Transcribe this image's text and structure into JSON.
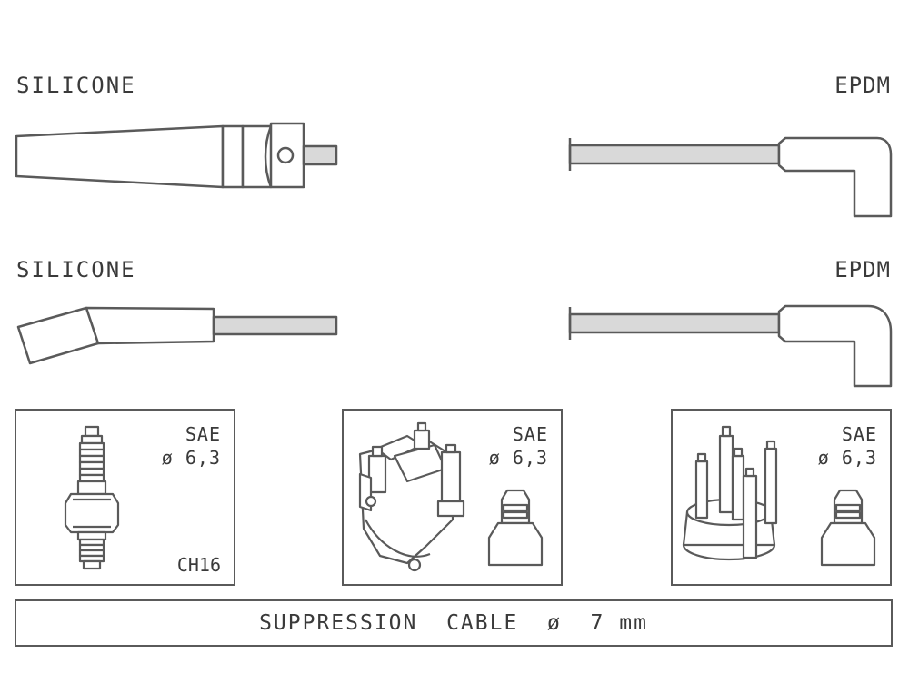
{
  "labels": {
    "row1_left": "SILICONE",
    "row1_right": "EPDM",
    "row2_left": "SILICONE",
    "row2_right": "EPDM"
  },
  "panels": {
    "spark_plug": {
      "standard": "SAE",
      "diameter": "ø 6,3",
      "code": "CH16"
    },
    "distributor_cap_1": {
      "standard": "SAE",
      "diameter": "ø 6,3"
    },
    "distributor_cap_2": {
      "standard": "SAE",
      "diameter": "ø 6,3"
    }
  },
  "footer": {
    "text": "SUPPRESSION  CABLE  ø  7 mm"
  },
  "colors": {
    "line": "#5a5a5a",
    "fill": "#ffffff",
    "cable_fill": "#d9d9d9",
    "text": "#3a3a3a"
  },
  "icons": [
    "straight-silicone-boot-icon",
    "angled-silicone-boot-icon",
    "right-angle-epdm-boot-icon",
    "spark-plug-icon",
    "distributor-cap-icon",
    "terminal-tower-icon"
  ]
}
